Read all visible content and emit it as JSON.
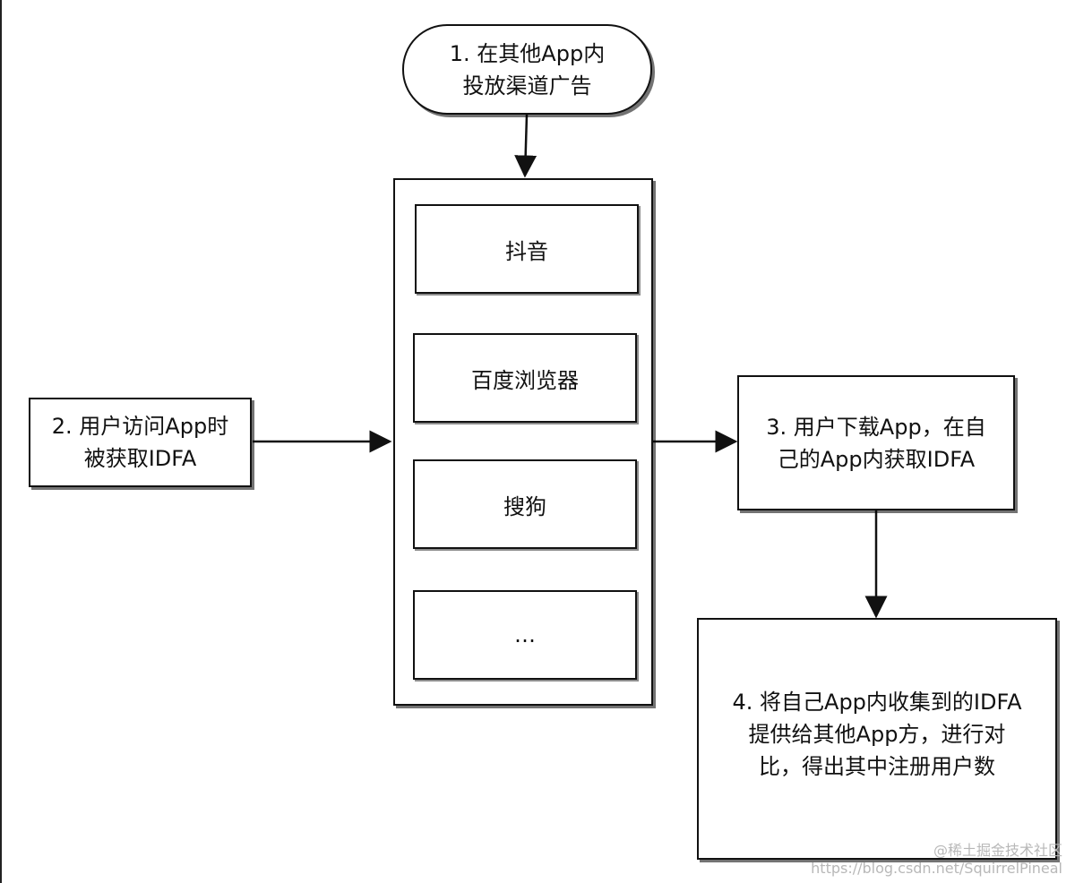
{
  "nodes": {
    "step1": "1. 在其他App内\n投放渠道广告",
    "step2": "2. 用户访问App时\n被获取IDFA",
    "step3": "3. 用户下载App，在自\n己的App内获取IDFA",
    "step4": "4. 将自己App内收集到的IDFA\n提供给其他App方，进行对\n比，得出其中注册用户数"
  },
  "channels": [
    "抖音",
    "百度浏览器",
    "搜狗",
    "…"
  ],
  "watermark": {
    "line1": "@稀土掘金技术社区",
    "line2": "https://blog.csdn.net/SquirrelPineal"
  }
}
